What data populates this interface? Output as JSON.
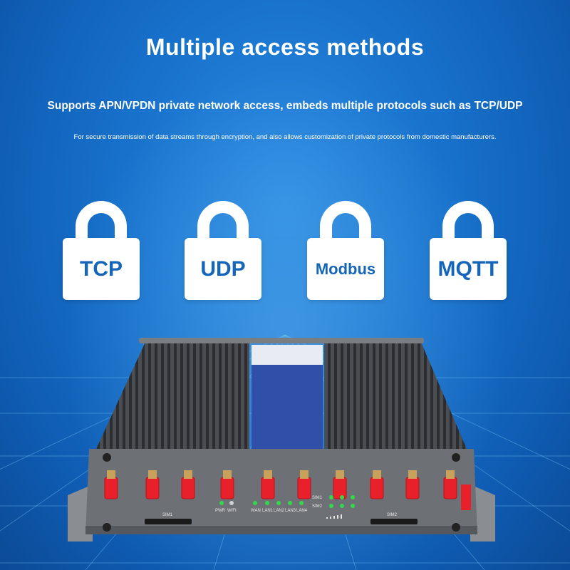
{
  "title": "Multiple access methods",
  "subtitle": "Supports APN/VPDN private network access, embeds multiple protocols such as TCP/UDP",
  "description": "For secure transmission of data streams through encryption, and also allows customization of private protocols from domestic manufacturers.",
  "protocols": [
    {
      "label": "TCP"
    },
    {
      "label": "UDP"
    },
    {
      "label": "Modbus"
    },
    {
      "label": "MQTT"
    }
  ],
  "device": {
    "sim1_label": "SIM1",
    "sim2_label": "SIM2",
    "pwr_label": "PWR",
    "wifi_label": "WIFI",
    "wan_label": "WAN",
    "lan1_label": "LAN1",
    "lan2_label": "LAN2",
    "lan3_label": "LAN3",
    "lan4_label": "LAN4",
    "sim1_led_label": "SIM1",
    "sim2_led_label": "SIM2"
  },
  "colors": {
    "background": "#1872cc",
    "lock_text": "#1565b8",
    "antenna": "#e8202a",
    "led": "#35d84a",
    "device_body": "#6d7075"
  }
}
